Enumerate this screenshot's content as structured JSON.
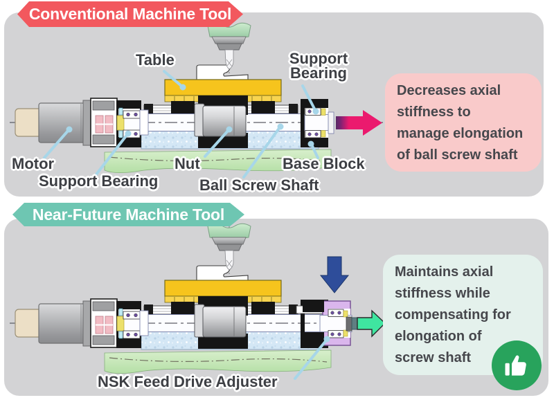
{
  "conventional": {
    "banner": "Conventional Machine Tool",
    "labels": {
      "table": "Table",
      "support_bearing_top": "Support Bearing",
      "motor": "Motor",
      "support_bearing_bottom": "Support Bearing",
      "nut": "Nut",
      "ball_screw_shaft": "Ball Screw Shaft",
      "base_block": "Base Block"
    },
    "callout_lines": [
      "Decreases axial",
      "stiffness to",
      "manage elongation",
      "of ball screw shaft"
    ]
  },
  "near_future": {
    "banner": "Near-Future Machine Tool",
    "labels": {
      "adjuster": "NSK Feed Drive Adjuster"
    },
    "callout_lines": [
      "Maintains axial",
      "stiffness while",
      "compensating for",
      "elongation of",
      "screw shaft"
    ]
  },
  "icons": {
    "thumbs_up": "thumbs-up-icon"
  },
  "colors": {
    "banner_conventional": "#f2585e",
    "banner_near_future": "#6ec6b2",
    "panel_bg": "#d3d3d5",
    "callout_conventional_bg": "#f9caca",
    "callout_near_future_bg": "#e4f1ec",
    "arrow_pink": "#eb1a6e",
    "arrow_pink_dark_end": "#572a66",
    "arrow_blue": "#2e4d9a",
    "arrow_mint": "#3fe5a0",
    "thumb_badge": "#28a35c",
    "table_yellow": "#f6c41d",
    "base_green": "#c9e8bc",
    "base_block_blue": "#d4e7f5",
    "adjuster_purple": "#dab6ec",
    "callout_line_blue": "#a7d6e9",
    "label_text": "#3d3f44"
  }
}
